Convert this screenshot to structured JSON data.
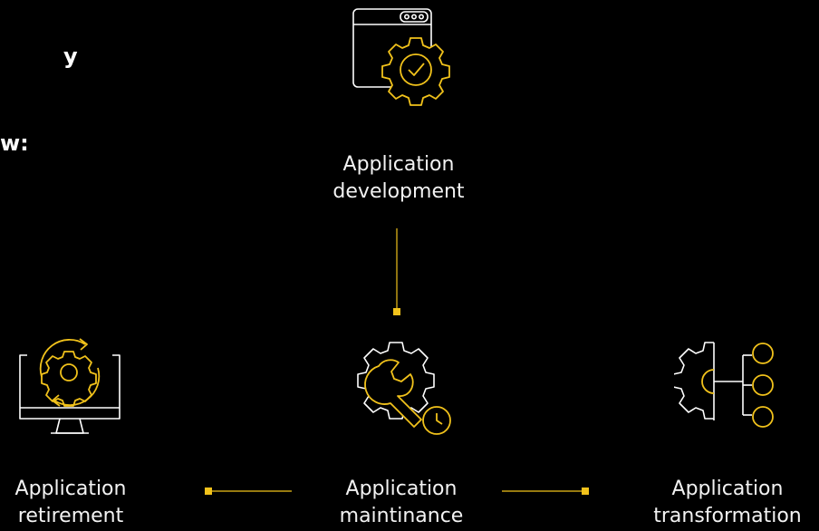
{
  "header": {
    "line1": "y",
    "line2": "w:"
  },
  "nodes": {
    "development": {
      "line1": "Application",
      "line2": "development",
      "icon": "browser-gear-check-icon"
    },
    "maintenance": {
      "line1": "Application",
      "line2": "maintinance",
      "icon": "gear-wrench-clock-icon"
    },
    "retirement": {
      "line1": "Application",
      "line2": "retirement",
      "icon": "monitor-gear-cycle-icon"
    },
    "transformation": {
      "line1": "Application",
      "line2": "transformation",
      "icon": "gear-hierarchy-icon"
    }
  },
  "colors": {
    "background": "#000000",
    "accent": "#f1c21b",
    "stroke": "#ffffff",
    "text": "#f2f2f2"
  }
}
